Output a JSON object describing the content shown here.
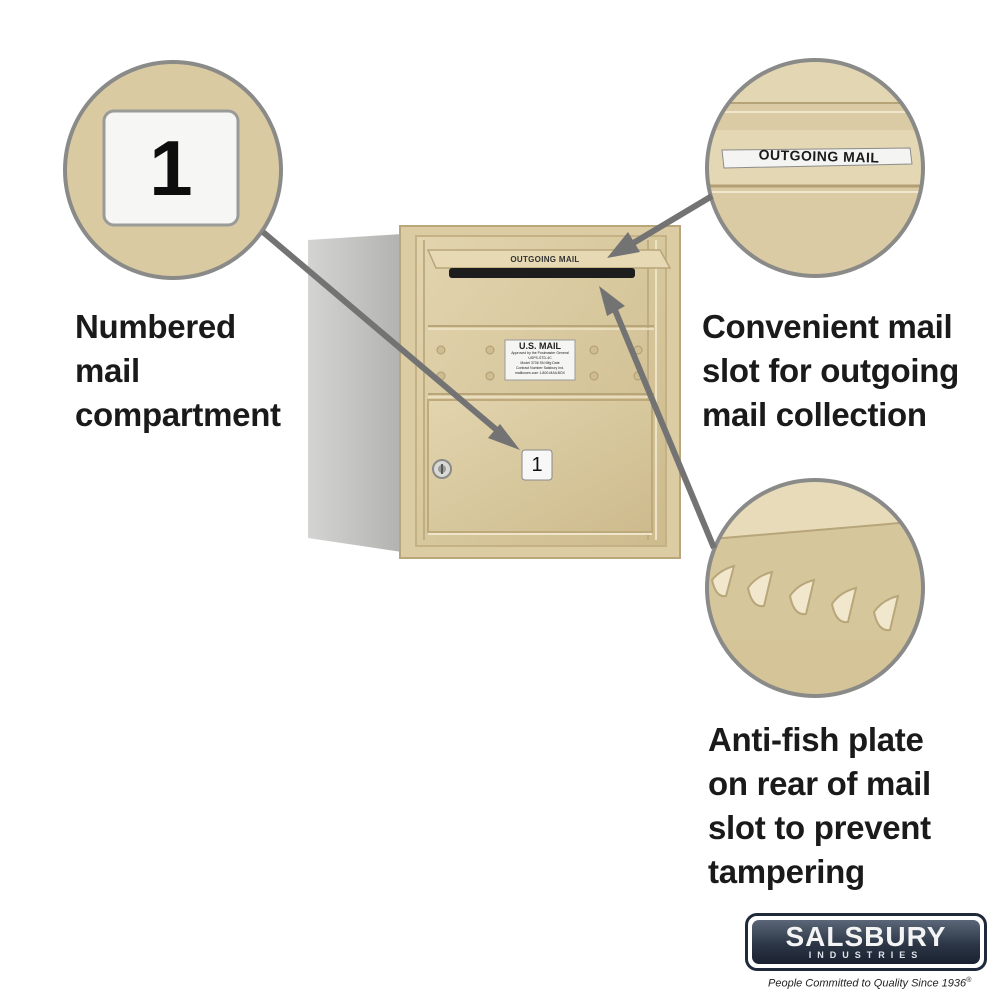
{
  "callouts": {
    "numbered": {
      "lines": [
        "Numbered",
        "mail",
        "compartment"
      ],
      "badge": "1"
    },
    "outgoing": {
      "lines": [
        "Convenient mail",
        "slot for outgoing",
        "mail collection"
      ],
      "label": "OUTGOING MAIL"
    },
    "antifish": {
      "lines": [
        "Anti-fish plate",
        "on rear of mail",
        "slot to prevent",
        "tampering"
      ]
    }
  },
  "mailbox": {
    "slot_label": "OUTGOING MAIL",
    "placard_title": "U.S. MAIL",
    "placard_lines": [
      "Approved by the Postmaster General",
      "USPS-STD-4C",
      "Model 3706 SN Mfg Date",
      "Contract Number Salsbury Ind.",
      "mailboxes.com 1-800-MAILBOX"
    ],
    "door_number": "1"
  },
  "brand": {
    "logo_main": "SALSBURY",
    "logo_sub": "INDUSTRIES",
    "tagline": "People Committed to Quality Since 1936",
    "registered": "®"
  },
  "colors": {
    "sandstone": "#d9c9a0",
    "sandstone_dark": "#b9a67a",
    "side_gray": "#c4c4c2",
    "arrow": "#7a7a7a",
    "text": "#1a1a1a"
  }
}
